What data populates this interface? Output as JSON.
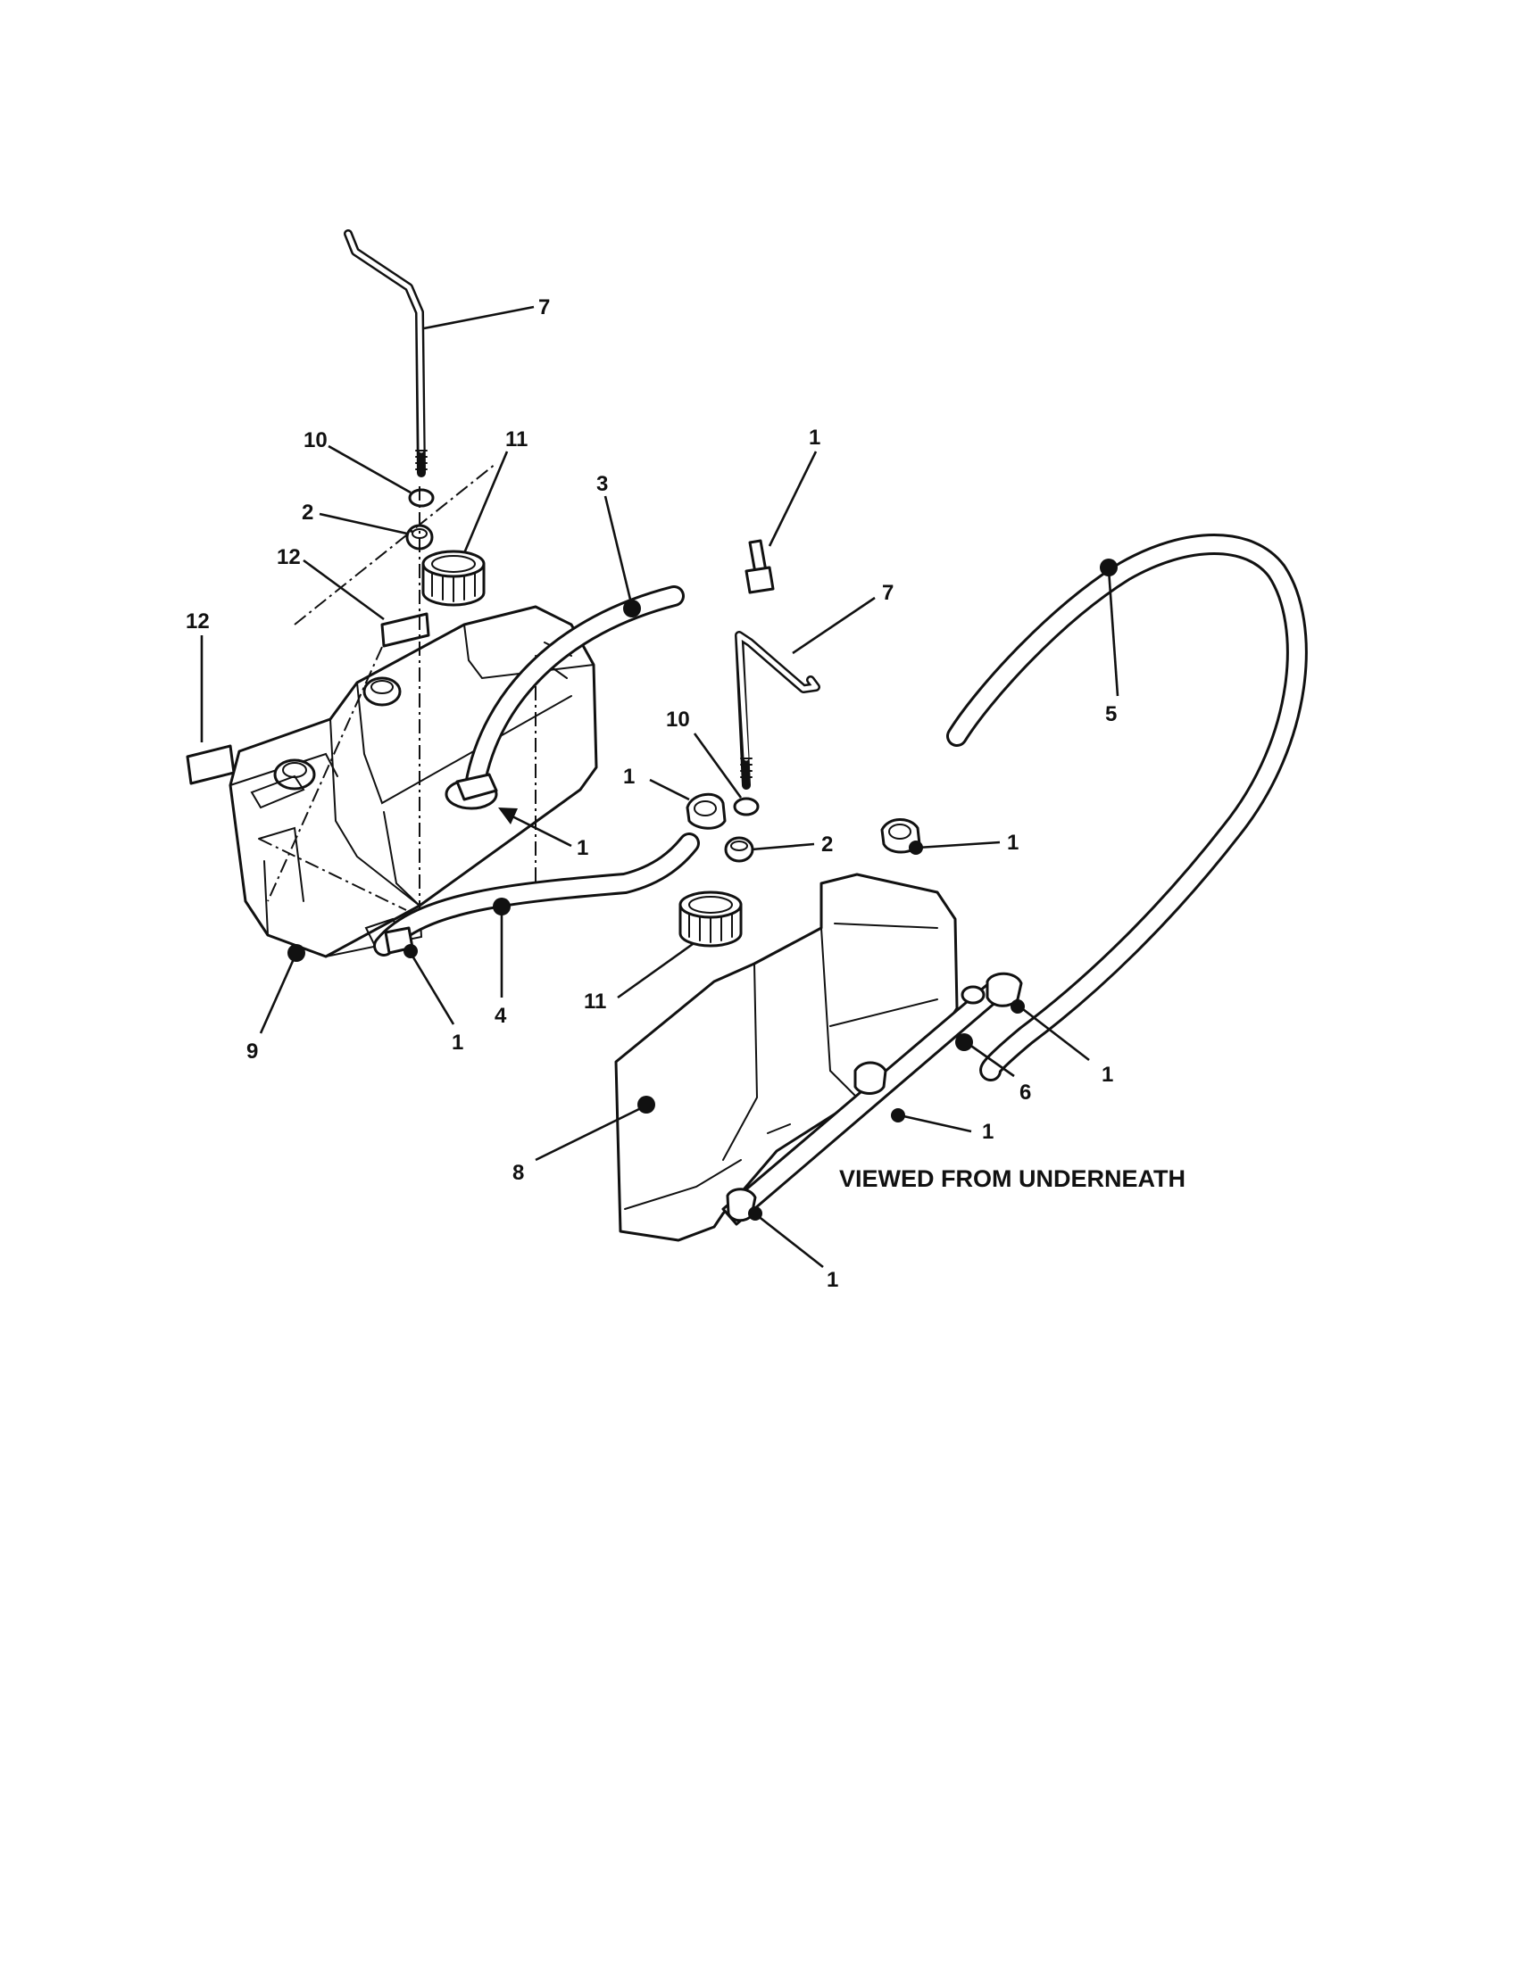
{
  "callouts": [
    {
      "id": "c7a",
      "label": "7"
    },
    {
      "id": "c10a",
      "label": "10"
    },
    {
      "id": "c11a",
      "label": "11"
    },
    {
      "id": "c2a",
      "label": "2"
    },
    {
      "id": "c12a",
      "label": "12"
    },
    {
      "id": "c12b",
      "label": "12"
    },
    {
      "id": "c3",
      "label": "3"
    },
    {
      "id": "c1a",
      "label": "1"
    },
    {
      "id": "c9",
      "label": "9"
    },
    {
      "id": "c1b",
      "label": "1"
    },
    {
      "id": "c4",
      "label": "4"
    },
    {
      "id": "c1c",
      "label": "1"
    },
    {
      "id": "c7b",
      "label": "7"
    },
    {
      "id": "c10b",
      "label": "10"
    },
    {
      "id": "c1d",
      "label": "1"
    },
    {
      "id": "c2b",
      "label": "2"
    },
    {
      "id": "c11b",
      "label": "11"
    },
    {
      "id": "c5",
      "label": "5"
    },
    {
      "id": "c1e",
      "label": "1"
    },
    {
      "id": "c6",
      "label": "6"
    },
    {
      "id": "c1f",
      "label": "1"
    },
    {
      "id": "c1g",
      "label": "1"
    },
    {
      "id": "c8",
      "label": "8"
    },
    {
      "id": "c1h",
      "label": "1"
    }
  ],
  "caption": "VIEWED FROM UNDERNEATH"
}
